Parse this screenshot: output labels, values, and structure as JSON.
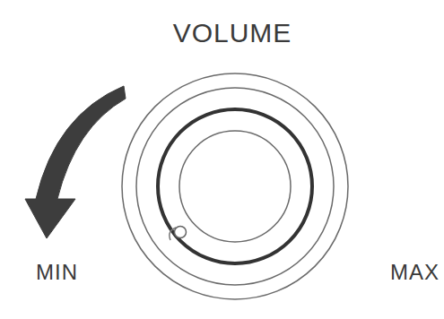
{
  "diagram": {
    "labels": [
      "VOLUME",
      "MIN",
      "MAX"
    ]
  }
}
